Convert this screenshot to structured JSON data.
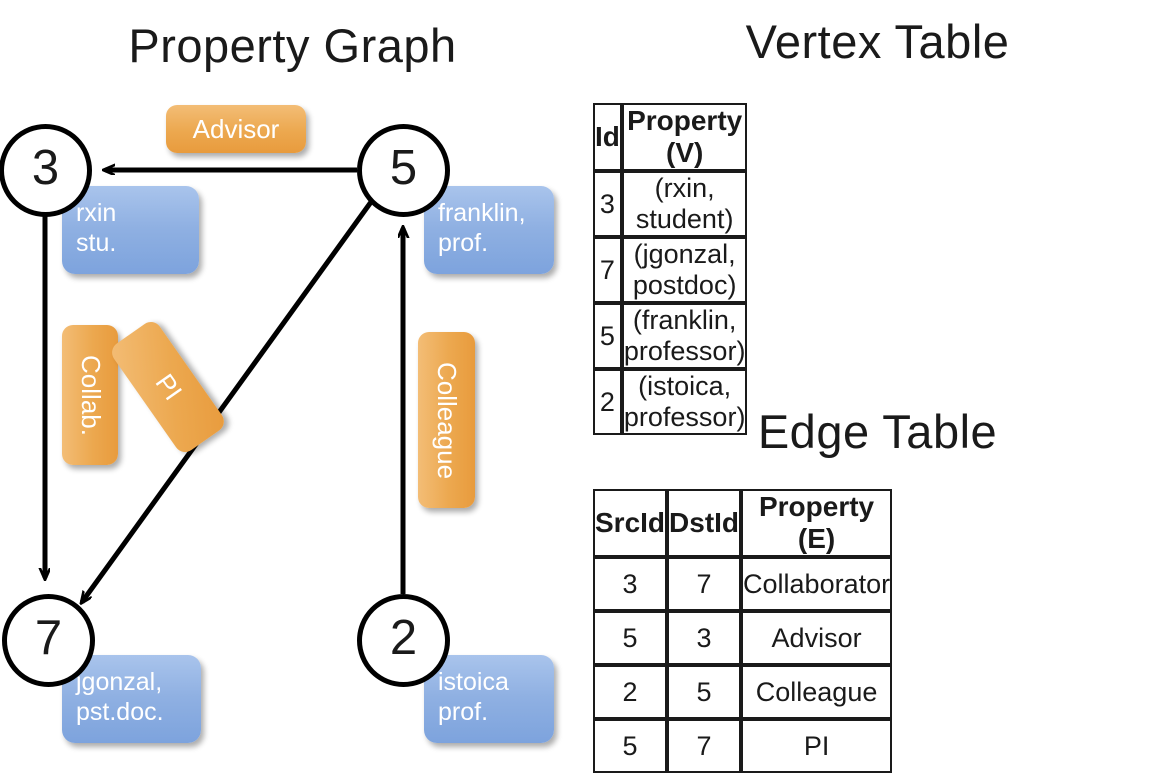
{
  "sections": {
    "property_graph_title": "Property Graph",
    "vertex_table_title": "Vertex Table",
    "edge_table_title": "Edge Table"
  },
  "colors": {
    "vertex_property_fill": "#d4dff1",
    "edge_property_fill": "#f7ddc2",
    "node_property_box": "#8fb0e2",
    "edge_label_box": "#eca84f",
    "stroke": "#1a1a1a"
  },
  "graph": {
    "nodes": [
      {
        "id": "3",
        "property_line1": "rxin",
        "property_line2": "stu."
      },
      {
        "id": "5",
        "property_line1": "franklin,",
        "property_line2": "prof."
      },
      {
        "id": "7",
        "property_line1": "jgonzal,",
        "property_line2": "pst.doc."
      },
      {
        "id": "2",
        "property_line1": "istoica",
        "property_line2": "prof."
      }
    ],
    "edge_labels": [
      {
        "name": "advisor",
        "text": "Advisor"
      },
      {
        "name": "collab",
        "text": "Collab."
      },
      {
        "name": "pi",
        "text": "PI"
      },
      {
        "name": "colleague",
        "text": "Colleague"
      }
    ],
    "edges": [
      {
        "src": "5",
        "dst": "3",
        "label": "Advisor"
      },
      {
        "src": "3",
        "dst": "7",
        "label": "Collab."
      },
      {
        "src": "5",
        "dst": "7",
        "label": "PI"
      },
      {
        "src": "2",
        "dst": "5",
        "label": "Colleague"
      }
    ]
  },
  "vertex_table": {
    "headers": [
      "Id",
      "Property (V)"
    ],
    "rows": [
      {
        "id": "3",
        "property": "(rxin, student)"
      },
      {
        "id": "7",
        "property": "(jgonzal, postdoc)"
      },
      {
        "id": "5",
        "property": "(franklin, professor)"
      },
      {
        "id": "2",
        "property": "(istoica, professor)"
      }
    ]
  },
  "edge_table": {
    "headers": [
      "SrcId",
      "DstId",
      "Property (E)"
    ],
    "rows": [
      {
        "src": "3",
        "dst": "7",
        "property": "Collaborator"
      },
      {
        "src": "5",
        "dst": "3",
        "property": "Advisor"
      },
      {
        "src": "2",
        "dst": "5",
        "property": "Colleague"
      },
      {
        "src": "5",
        "dst": "7",
        "property": "PI"
      }
    ]
  }
}
